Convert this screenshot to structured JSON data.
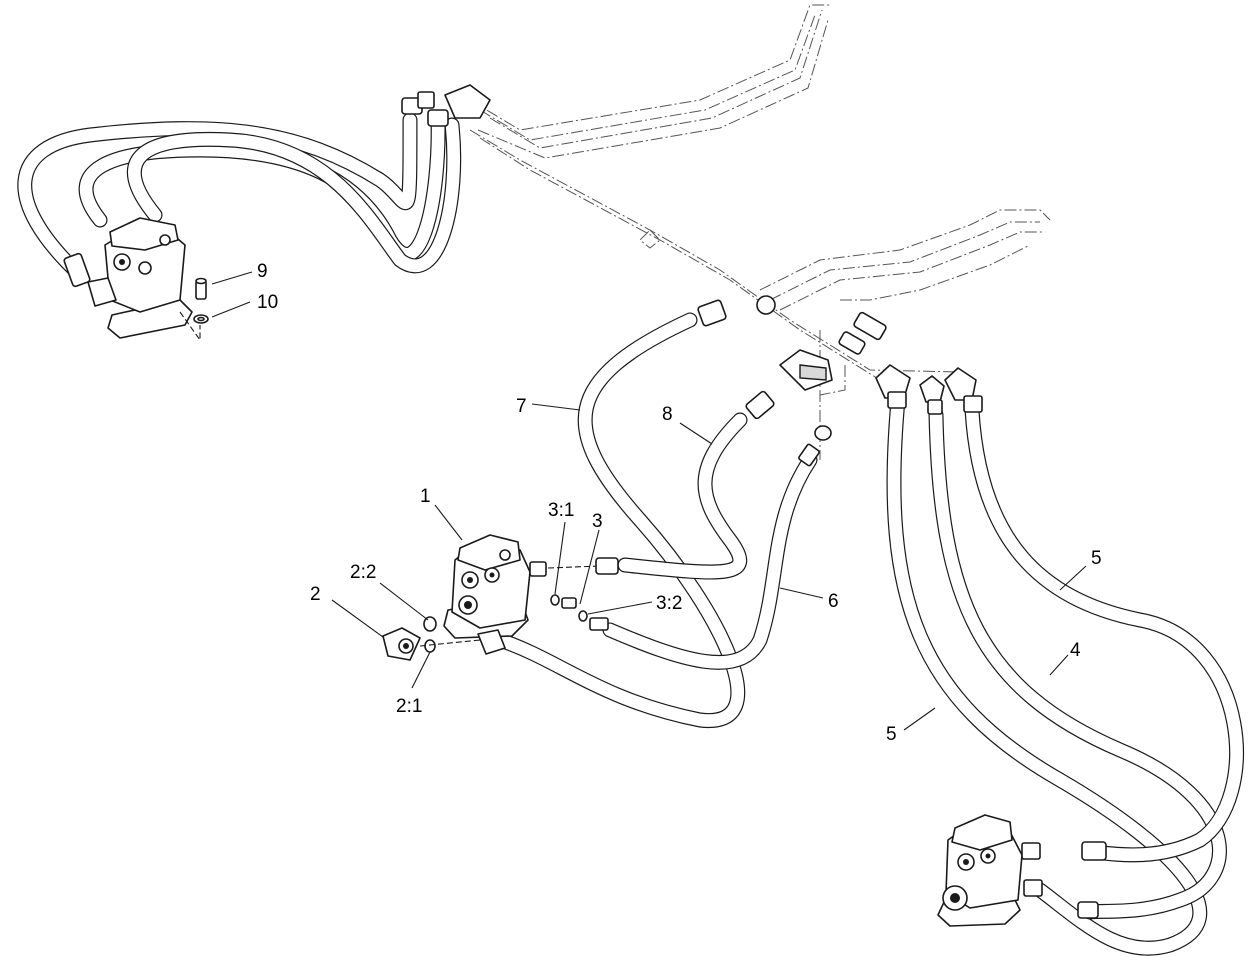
{
  "callouts": [
    {
      "id": "1",
      "text": "1"
    },
    {
      "id": "2",
      "text": "2"
    },
    {
      "id": "2-1",
      "text": "2:1"
    },
    {
      "id": "2-2",
      "text": "2:2"
    },
    {
      "id": "3",
      "text": "3"
    },
    {
      "id": "3-1",
      "text": "3:1"
    },
    {
      "id": "3-2",
      "text": "3:2"
    },
    {
      "id": "4",
      "text": "4"
    },
    {
      "id": "5a",
      "text": "5"
    },
    {
      "id": "5b",
      "text": "5"
    },
    {
      "id": "6",
      "text": "6"
    },
    {
      "id": "7",
      "text": "7"
    },
    {
      "id": "8",
      "text": "8"
    },
    {
      "id": "9",
      "text": "9"
    },
    {
      "id": "10",
      "text": "10"
    }
  ]
}
